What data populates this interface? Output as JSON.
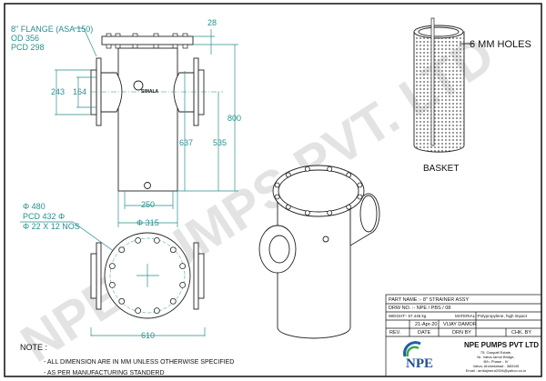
{
  "front_view": {
    "flange_callout": [
      "8\" FLANGE (ASA 150)",
      "OD 356",
      "PCD 298"
    ],
    "dims": {
      "cover_thk": "28",
      "overall_h": "800",
      "flange_od": "243",
      "flange_id": "164",
      "h_637": "637",
      "h_535": "535",
      "base_w": "250"
    },
    "logo_text": "SIMALA"
  },
  "plan_view": {
    "callout": [
      "Φ 480",
      "PCD 432 Φ",
      "Φ 22 X 12 NOS"
    ],
    "dims": {
      "body_dia": "Φ 315",
      "overall_w": "610"
    }
  },
  "basket": {
    "label": "BASKET",
    "holes": "6 MM HOLES"
  },
  "watermark": "NPE PUMPS PVT. LTD",
  "notes": {
    "title": "NOTE :",
    "items": [
      "- ALL DIMENSION ARE IN MM UNLESS OTHERWISE SPECIFIED",
      "- AS PER MANUFACTURING STANDERD"
    ]
  },
  "title_block": {
    "part_name": "PART NAME :- 8\" STRAINER ASSY",
    "drw_no": "DRW NO. :- NPE / PBS / 08",
    "weight": "WEIGHT:- 57.446 kg",
    "material": "MATERIAL:-Polypropylene, high impact",
    "date_value": "21-Apr-20",
    "drawn_by_value": "VIJAY DAMOR",
    "rev_label": "REV.",
    "date_label": "DATE",
    "drn_label": "DRN BY",
    "chk_label": "CHK. BY",
    "company": "NPE PUMPS PVT LTD",
    "address": [
      "75, Ganpati Estate,",
      "Nr. Vatva-ramol Bridge,",
      "B/h, Phase - IV",
      "Vatva, Ahmedabad - 380045",
      "Email : amitajmera2006@yahoo.co.in"
    ],
    "logo_text": "NPE"
  }
}
